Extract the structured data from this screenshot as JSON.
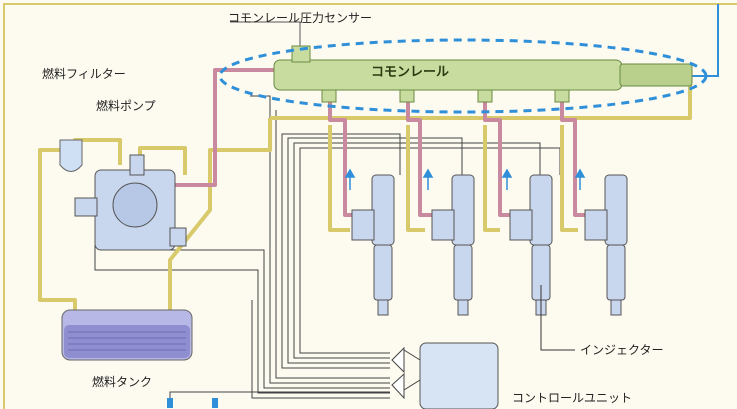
{
  "labels": {
    "rail_pressure_sensor": "コモンレール圧力センサー",
    "fuel_filter": "燃料フィルター",
    "fuel_pump": "燃料ポンプ",
    "common_rail": "コモンレール",
    "injector": "インジェクター",
    "fuel_tank": "燃料タンク",
    "control_unit": "コントロールユニット"
  },
  "colors": {
    "background": "#fdfbf0",
    "fuel_line_low": "#d8c96a",
    "fuel_line_high": "#c98aa0",
    "rail_body": "#c8dca0",
    "signal_line": "#555555",
    "signal_dashed": "#2f8fd8",
    "flow_arrow": "#2f8fd8",
    "tank_fuel": "#8e8ed0",
    "control_unit": "#d6e4f4"
  }
}
